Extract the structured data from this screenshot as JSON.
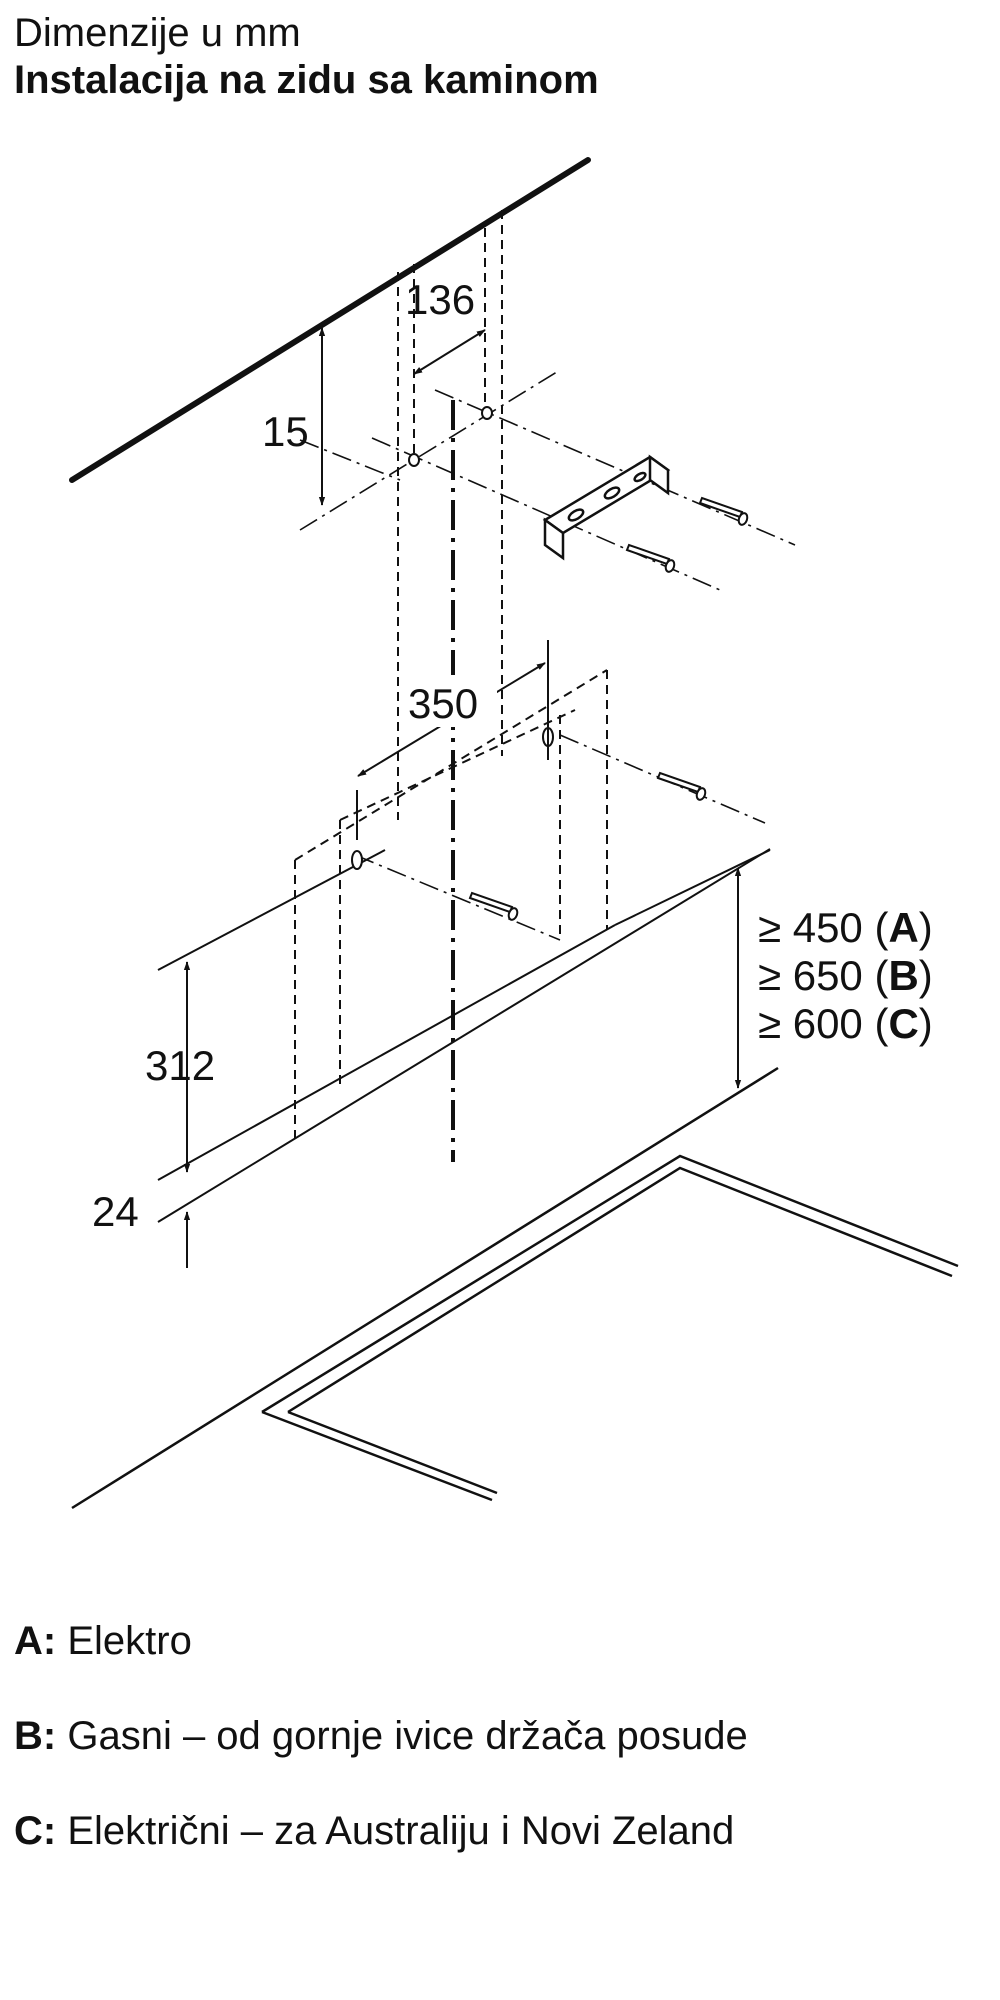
{
  "header": {
    "subtitle": "Dimenzije u mm",
    "title": "Instalacija na zidu sa kaminom"
  },
  "dimensions": {
    "d136": "136",
    "d15": "15",
    "d350": "350",
    "d312": "312",
    "d24": "24",
    "clearance": [
      {
        "prefix": "≥ 450 (",
        "key": "A",
        "suffix": ")"
      },
      {
        "prefix": "≥ 650 (",
        "key": "B",
        "suffix": ")"
      },
      {
        "prefix": "≥ 600 (",
        "key": "C",
        "suffix": ")"
      }
    ]
  },
  "legend": [
    {
      "key": "A:",
      "text": "Elektro"
    },
    {
      "key": "B:",
      "text": "Gasni – od gornje ivice držača posude"
    },
    {
      "key": "C:",
      "text": "Električni – za Australiju i Novi Zeland"
    }
  ]
}
